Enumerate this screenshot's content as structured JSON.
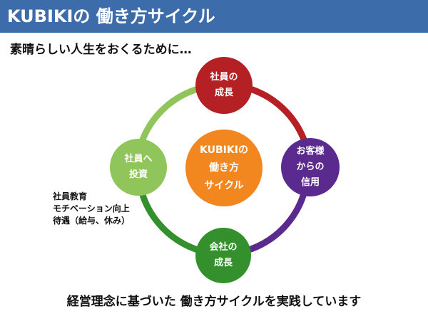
{
  "header": {
    "title": "KUBIKIの 働き方サイクル"
  },
  "subtitle": "素晴らしい人生をおくるために…",
  "cycle": {
    "center": {
      "lines": [
        "KUBIKIの",
        "働き方",
        "サイクル"
      ],
      "color": "#f2861f"
    },
    "top": {
      "lines": [
        "社員の",
        "成長"
      ],
      "color": "#b52025"
    },
    "right": {
      "lines": [
        "お客様",
        "からの",
        "信用"
      ],
      "color": "#5b2a8e"
    },
    "bottom": {
      "lines": [
        "会社の",
        "成長"
      ],
      "color": "#34902c"
    },
    "left": {
      "lines": [
        "社員へ",
        "投資"
      ],
      "color": "#8fc55a"
    }
  },
  "investment_notes": [
    "社員教育",
    "モチベーション向上",
    "待遇（給与、休み）"
  ],
  "footer": "経営理念に基づいた 働き方サイクルを実践しています",
  "colors": {
    "header_bg": "#3d6cab",
    "arc_top_right": "#b52025",
    "arc_right_bottom": "#5b2a8e",
    "arc_bottom_left": "#34902c",
    "arc_left_top": "#8fc55a"
  }
}
